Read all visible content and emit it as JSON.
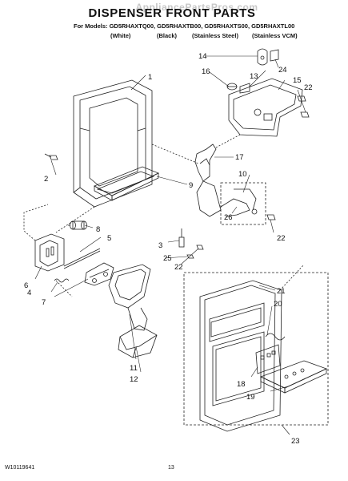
{
  "watermark": "AppliancePartsPros.com",
  "title": "DISPENSER FRONT PARTS",
  "models_line": "For Models: GD5RHAXTQ00, GD5RHAXTB00, GD5RHAXTS00, GD5RHAXTL00",
  "color_variants": [
    "(White)",
    "(Black)",
    "(Stainless Steel)",
    "(Stainless VCM)"
  ],
  "callouts": [
    "1",
    "2",
    "3",
    "4",
    "5",
    "6",
    "7",
    "8",
    "9",
    "10",
    "11",
    "12",
    "13",
    "14",
    "15",
    "16",
    "17",
    "18",
    "19",
    "20",
    "21",
    "22",
    "22",
    "22",
    "23",
    "24",
    "25",
    "26"
  ],
  "footer": {
    "doc_number": "W10119641",
    "page_number": "13"
  }
}
